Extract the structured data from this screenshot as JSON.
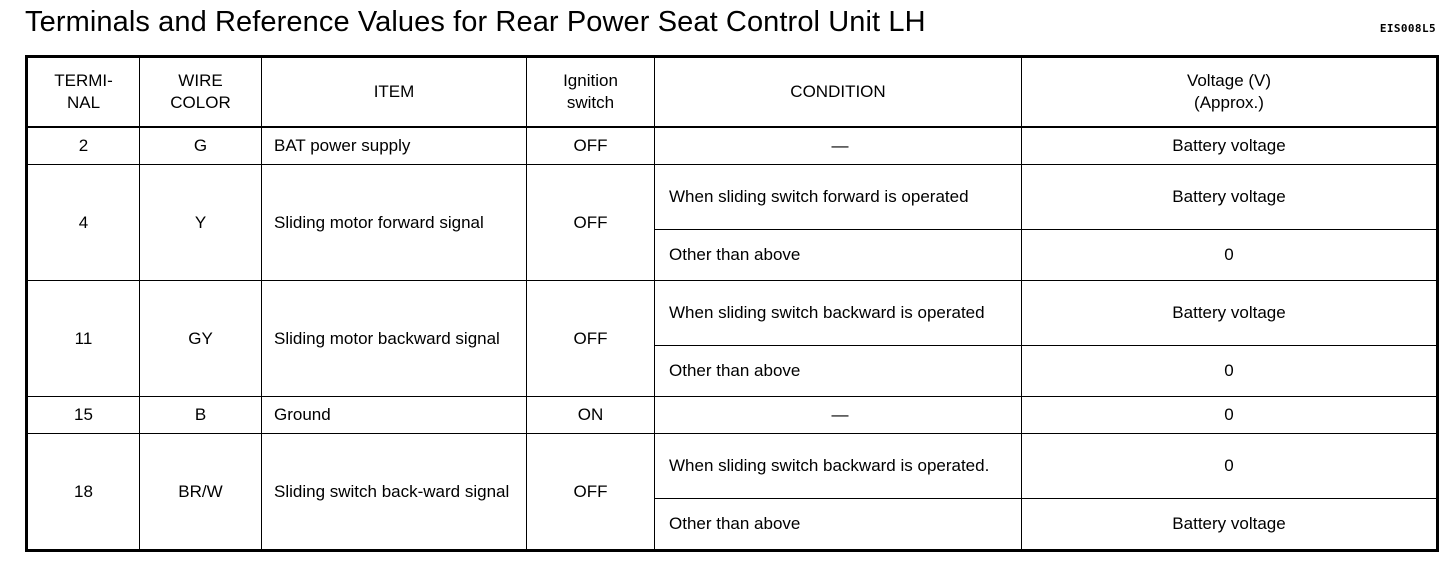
{
  "document": {
    "title": "Terminals and Reference Values for Rear Power Seat Control Unit LH",
    "reference_code": "EIS008L5"
  },
  "table": {
    "headers": {
      "terminal_line1": "TERMI-",
      "terminal_line2": "NAL",
      "wire_line1": "WIRE",
      "wire_line2": "COLOR",
      "item": "ITEM",
      "ignition_line1": "Ignition",
      "ignition_line2": "switch",
      "condition": "CONDITION",
      "voltage_line1": "Voltage (V)",
      "voltage_line2": "(Approx.)"
    },
    "rows": [
      {
        "terminal": "2",
        "wire_color": "G",
        "item": "BAT power supply",
        "ignition_switch": "OFF",
        "conditions": [
          {
            "condition": "—",
            "voltage": "Battery voltage"
          }
        ]
      },
      {
        "terminal": "4",
        "wire_color": "Y",
        "item": "Sliding motor forward signal",
        "ignition_switch": "OFF",
        "conditions": [
          {
            "condition": "When sliding switch forward is operated",
            "voltage": "Battery voltage"
          },
          {
            "condition": "Other than above",
            "voltage": "0"
          }
        ]
      },
      {
        "terminal": "11",
        "wire_color": "GY",
        "item": "Sliding motor backward signal",
        "ignition_switch": "OFF",
        "conditions": [
          {
            "condition": "When sliding switch backward is operated",
            "voltage": "Battery voltage"
          },
          {
            "condition": "Other than above",
            "voltage": "0"
          }
        ]
      },
      {
        "terminal": "15",
        "wire_color": "B",
        "item": "Ground",
        "ignition_switch": "ON",
        "conditions": [
          {
            "condition": "—",
            "voltage": "0"
          }
        ]
      },
      {
        "terminal": "18",
        "wire_color": "BR/W",
        "item": "Sliding switch back-ward signal",
        "ignition_switch": "OFF",
        "conditions": [
          {
            "condition": "When sliding switch backward is operated.",
            "voltage": "0"
          },
          {
            "condition": "Other than above",
            "voltage": "Battery voltage"
          }
        ]
      }
    ]
  }
}
